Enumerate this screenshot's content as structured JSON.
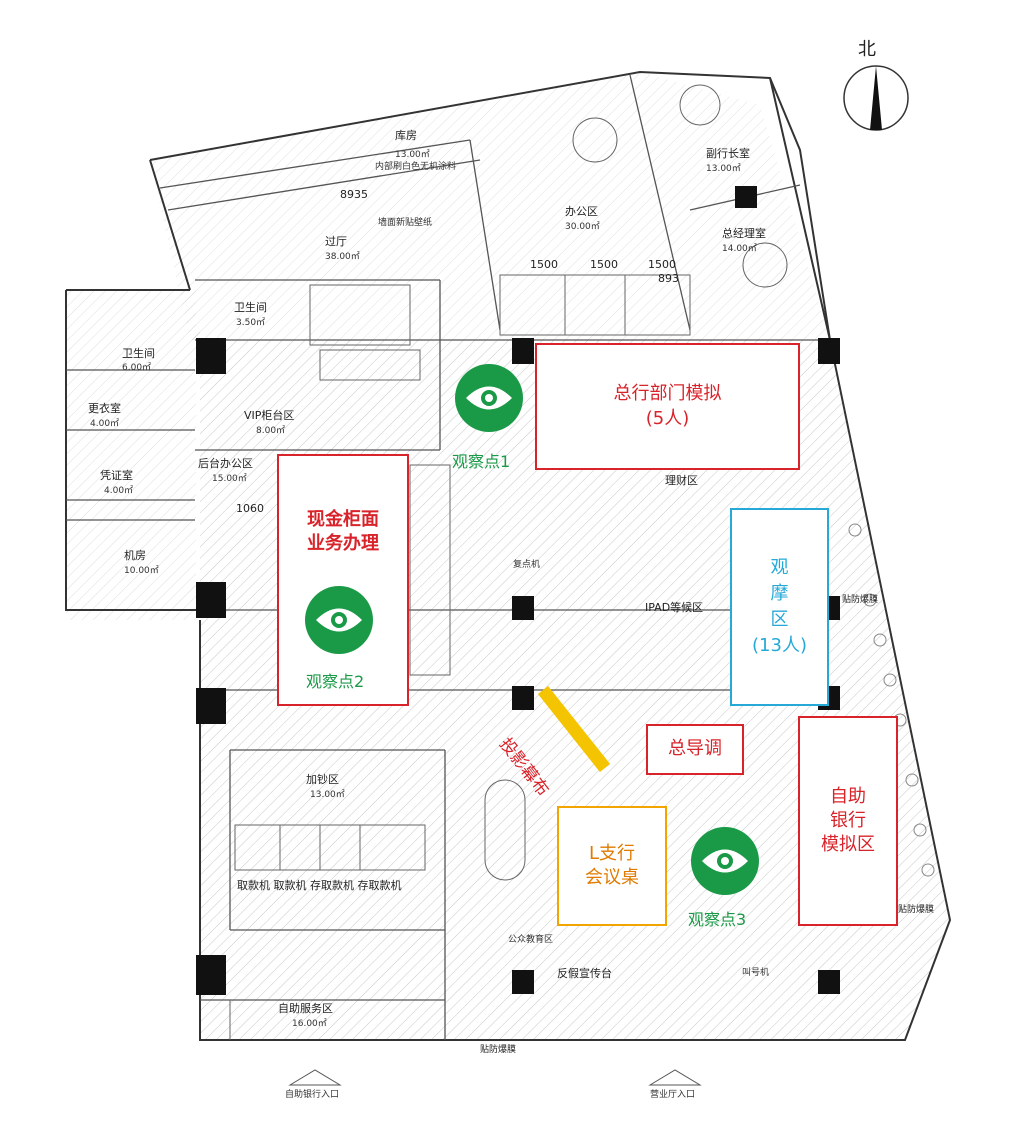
{
  "compass": {
    "label": "北"
  },
  "rooms": {
    "warehouse": "库房",
    "warehouse_area": "13.00㎡",
    "warehouse_note": "内部刷白色无机涂料",
    "hall": "过厅",
    "hall_area": "38.00㎡",
    "wall_note": "墙面新贴壁纸",
    "office": "办公区",
    "office_area": "30.00㎡",
    "vp_office": "副行长室",
    "vp_office_area": "13.00㎡",
    "gm_office": "总经理室",
    "gm_office_area": "14.00㎡",
    "toilet_a": "卫生间",
    "toilet_a_area": "3.50㎡",
    "toilet_b": "卫生间",
    "toilet_b_area": "6.00㎡",
    "locker": "更衣室",
    "locker_area": "4.00㎡",
    "voucher": "凭证室",
    "voucher_area": "4.00㎡",
    "server": "机房",
    "server_area": "10.00㎡",
    "vip": "VIP柜台区",
    "vip_area": "8.00㎡",
    "back_office": "后台办公区",
    "back_office_area": "15.00㎡",
    "cash_add": "加钞区",
    "cash_add_area": "13.00㎡",
    "self_service": "自助服务区",
    "self_service_area": "16.00㎡",
    "wealth": "理财区",
    "ipad_wait": "IPAD等候区",
    "public_edu": "公众教育区",
    "anti_fake": "反假宣传台",
    "queue": "叫号机",
    "copier": "复点机",
    "atms": "取款机 取款机 存取款机 存取款机",
    "entrance_self": "自助银行入口",
    "entrance_hall": "营业厅入口",
    "anti_burst": "贴防爆膜",
    "anti_burst_2": "贴防爆膜",
    "anti_burst_3": "贴防爆膜"
  },
  "dimensions": {
    "d8935": "8935",
    "d1500a": "1500",
    "d1500b": "1500",
    "d1500c": "1500",
    "d893": "893",
    "d1060": "1060"
  },
  "zones": {
    "hq_dept": {
      "line1": "总行部门模拟",
      "line2": "(5人)"
    },
    "cash_counter": {
      "line1": "现金柜面",
      "line2": "业务办理"
    },
    "observe_area": {
      "l1": "观",
      "l2": "摩",
      "l3": "区",
      "l4": "(13人)"
    },
    "director": {
      "label": "总导调"
    },
    "self_bank": {
      "l1": "自助",
      "l2": "银行",
      "l3": "模拟区"
    },
    "meeting": {
      "line1": "L支行",
      "line2": "会议桌"
    },
    "screen": {
      "label": "投影幕布"
    }
  },
  "observation_points": {
    "p1": "观察点1",
    "p2": "观察点2",
    "p3": "观察点3"
  },
  "colors": {
    "red": "#d8232a",
    "blue": "#27a9d8",
    "orange": "#f2a400",
    "green": "#1a9a47",
    "screen": "#f5c400"
  }
}
